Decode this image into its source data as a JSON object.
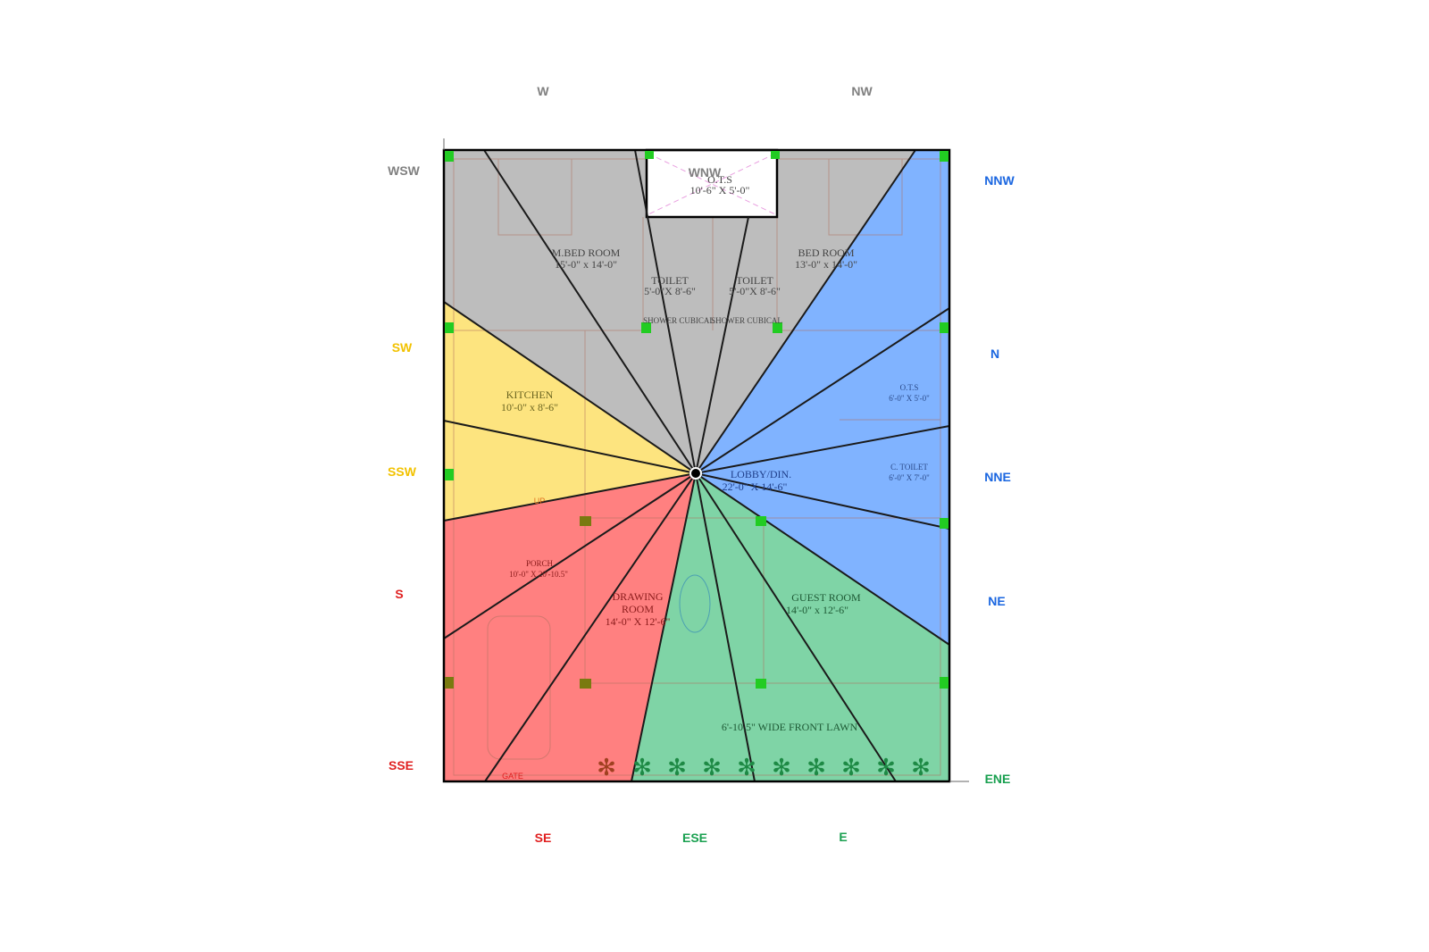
{
  "colors": {
    "west_zone": "#bdbdbd",
    "south_west_zone": "#fde47f",
    "south_zone": "#ff8080",
    "east_zone": "#7fd4a6",
    "north_zone": "#80b3ff",
    "marker": "#22cc22",
    "marker_dark": "#7a7a10"
  },
  "directions": {
    "W": "W",
    "NW": "NW",
    "WSW": "WSW",
    "WNW": "WNW",
    "NNW": "NNW",
    "SW": "SW",
    "N": "N",
    "SSW": "SSW",
    "NNE": "NNE",
    "S": "S",
    "NE": "NE",
    "SSE": "SSE",
    "ENE": "ENE",
    "SE": "SE",
    "ESE": "ESE",
    "E": "E"
  },
  "rooms": {
    "ots_top": {
      "name": "O.T.S",
      "size": "10'-6\" X 5'-0\""
    },
    "master_bed": {
      "name": "M.BED ROOM",
      "size": "15'-0\" x 14'-0\""
    },
    "bed": {
      "name": "BED ROOM",
      "size": "13'-0\" x 14'-0\""
    },
    "toilet_1": {
      "name": "TOILET",
      "size": "5'-0\"X 8'-6\""
    },
    "toilet_2": {
      "name": "TOILET",
      "size": "5'-0\"X 8'-6\""
    },
    "shower_1": "SHOWER CUBICAL",
    "shower_2": "SHOWER CUBICAL",
    "kitchen": {
      "name": "KITCHEN",
      "size": "10'-0\" x 8'-6\""
    },
    "ots_right": {
      "name": "O.T.S",
      "size": "6'-0\" X 5'-0\""
    },
    "c_toilet": {
      "name": "C. TOILET",
      "size": "6'-0\" X 7'-0\""
    },
    "lobby": {
      "name": "LOBBY/DIN.",
      "size": "22'-0\" X 14'-6\""
    },
    "stairs": "UP",
    "porch": {
      "name": "PORCH",
      "size": "10'-0\" X 20'-10.5\""
    },
    "drawing": {
      "name": "DRAWING",
      "name2": "ROOM",
      "size": "14'-0\" X 12'-6\""
    },
    "guest": {
      "name": "GUEST ROOM",
      "size": "14'-0\" x 12'-6\""
    },
    "lawn": "6'-10.5\" WIDE FRONT LAWN",
    "gate": "GATE"
  }
}
